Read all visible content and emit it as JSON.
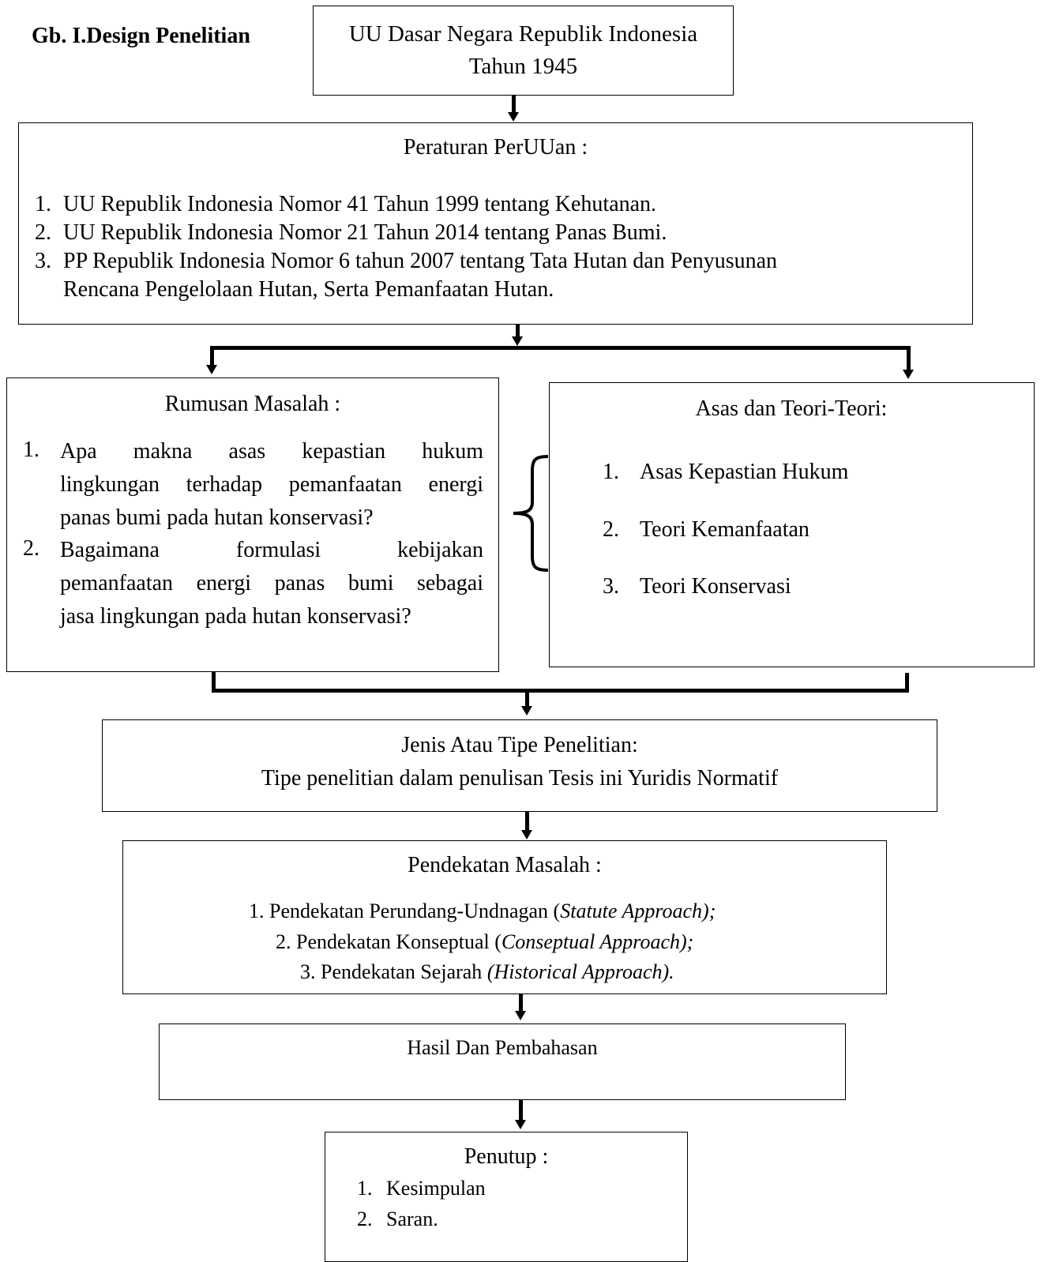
{
  "figure_title": "Gb. I.Design Penelitian",
  "uud_box": {
    "line1": "UU Dasar Negara Republik Indonesia",
    "line2": "Tahun 1945"
  },
  "peraturan_box": {
    "title": "Peraturan PerUUan :",
    "items": [
      {
        "num": "1.",
        "text": "UU Republik Indonesia Nomor 41 Tahun 1999 tentang Kehutanan."
      },
      {
        "num": "2.",
        "text": "UU Republik Indonesia Nomor 21 Tahun 2014 tentang Panas Bumi."
      },
      {
        "num": "3.",
        "line1": "PP Republik Indonesia Nomor 6 tahun 2007 tentang Tata Hutan dan Penyusunan",
        "line2": "Rencana Pengelolaan Hutan, Serta Pemanfaatan Hutan."
      }
    ]
  },
  "rumusan_box": {
    "title": "Rumusan Masalah :",
    "items": [
      {
        "num": "1.",
        "lines": [
          "Apa makna asas kepastian hukum",
          "lingkungan terhadap pemanfaatan energi",
          "panas bumi pada hutan konservasi?"
        ]
      },
      {
        "num": "2.",
        "lines": [
          "Bagaimana formulasi kebijakan",
          "pemanfaatan energi panas bumi sebagai",
          "jasa lingkungan pada hutan konservasi?"
        ]
      }
    ]
  },
  "asas_box": {
    "title": "Asas dan Teori-Teori:",
    "items": [
      {
        "num": "1.",
        "text": "Asas Kepastian Hukum"
      },
      {
        "num": "2.",
        "text": "Teori Kemanfaatan"
      },
      {
        "num": "3.",
        "text": "Teori Konservasi"
      }
    ]
  },
  "jenis_box": {
    "title": "Jenis Atau Tipe Penelitian:",
    "text": "Tipe penelitian dalam penulisan Tesis ini Yuridis Normatif"
  },
  "pendekatan_box": {
    "title": "Pendekatan Masalah :",
    "items": [
      {
        "num": "1.",
        "text": "Pendekatan Perundang-Undnagan (",
        "italic": "Statute Approach);"
      },
      {
        "num": "2.",
        "text": "Pendekatan Konseptual (",
        "italic": "Conseptual Approach);"
      },
      {
        "num": "3.",
        "text": "Pendekatan Sejarah ",
        "italic": "(Historical Approach)."
      }
    ]
  },
  "hasil_box": {
    "title": "Hasil Dan Pembahasan"
  },
  "penutup_box": {
    "title": "Penutup :",
    "items": [
      {
        "num": "1.",
        "text": "Kesimpulan"
      },
      {
        "num": "2.",
        "text": "Saran."
      }
    ]
  }
}
